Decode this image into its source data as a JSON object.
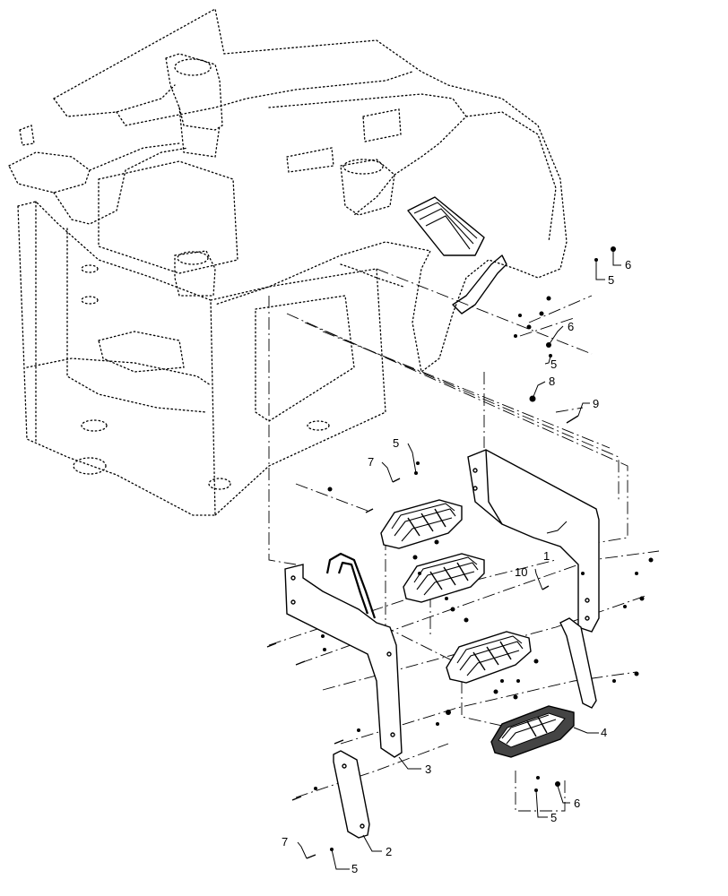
{
  "callouts": [
    {
      "id": "c1",
      "text": "1"
    },
    {
      "id": "c2",
      "text": "2"
    },
    {
      "id": "c3",
      "text": "3"
    },
    {
      "id": "c4",
      "text": "4"
    },
    {
      "id": "c5a",
      "text": "5"
    },
    {
      "id": "c5b",
      "text": "5"
    },
    {
      "id": "c5c",
      "text": "5"
    },
    {
      "id": "c5d",
      "text": "5"
    },
    {
      "id": "c5e",
      "text": "5"
    },
    {
      "id": "c6a",
      "text": "6"
    },
    {
      "id": "c6b",
      "text": "6"
    },
    {
      "id": "c6c",
      "text": "6"
    },
    {
      "id": "c7a",
      "text": "7"
    },
    {
      "id": "c7b",
      "text": "7"
    },
    {
      "id": "c8",
      "text": "8"
    },
    {
      "id": "c9",
      "text": "9"
    },
    {
      "id": "c10",
      "text": "10"
    }
  ]
}
